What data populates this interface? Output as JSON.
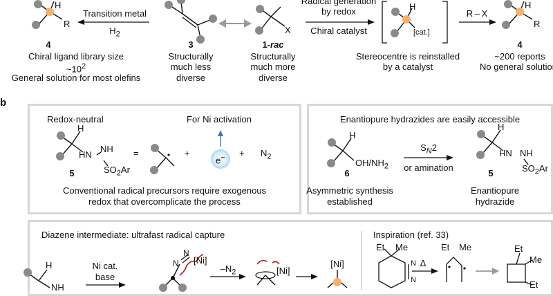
{
  "colors": {
    "ball": "#8a8a8a",
    "orange": "#f5b070",
    "panel_border": "#d7d7d7",
    "blue": "#3e6fc4",
    "red": "#b21b1b",
    "arrow": "#9a9a9a"
  },
  "panel_a": {
    "transition_metal": "Transition metal",
    "h2": "H",
    "h2_sub": "2",
    "cmpd4_left": "4",
    "library_line1": "Chiral ligand library size",
    "library_line2": "~10",
    "library_sup": "2",
    "library_line3": "General solution for most olefins",
    "cmpd3": "3",
    "less_diverse_1": "Structurally",
    "less_diverse_2": "much less",
    "less_diverse_3": "diverse",
    "cmpd1_num": "1-",
    "cmpd1_rac": "rac",
    "more_diverse_1": "Structurally",
    "more_diverse_2": "much more",
    "more_diverse_3": "diverse",
    "radical_gen_1": "Radical generation",
    "radical_gen_2": "by redox",
    "chiral_catalyst": "Chiral catalyst",
    "cat_label": "[cat.]",
    "stereo_1": "Stereocentre is reinstalled",
    "stereo_2": "by a catalyst",
    "r_x": "R – X",
    "cmpd4_right": "4",
    "reports_1": "~200 reports",
    "reports_2": "No general solution",
    "lbl_H": "H",
    "lbl_R": "R",
    "lbl_X": "X"
  },
  "panel_b": {
    "label": "b",
    "redox_neutral": "Redox-neutral",
    "ni_activation": "For Ni activation",
    "eq": "=",
    "plus1": "+",
    "electron": "e",
    "electron_sup": "−",
    "plus2": "+",
    "n2": "N",
    "n2_sub": "2",
    "cmpd5_left": "5",
    "hn": "HN",
    "nh": "NH",
    "so2ar": "SO",
    "so2ar_sub": "2",
    "so2ar_tail": "Ar",
    "conventional_1": "Conventional radical precursors require exogenous",
    "conventional_2": "redox that overcomplicate the process",
    "enantiopure_title": "Enantiopure hydrazides are easily accessible",
    "oh_nh2": "OH/NH",
    "oh_nh2_sub": "2",
    "cmpd6": "6",
    "sn2": "S",
    "sn2_sub": "N",
    "sn2_tail": "2",
    "or_amination": "or amination",
    "cmpd5_right": "5",
    "asym_1": "Asymmetric synthesis",
    "asym_2": "established",
    "enantio_1": "Enantiopure",
    "enantio_2": "hydrazide",
    "lbl_H": "H"
  },
  "panel_c": {
    "diazene_title": "Diazene intermediate: ultrafast radical capture",
    "ni_cat": "Ni cat.",
    "base": "base",
    "nh_partial": "NH",
    "n_eq_n": "N",
    "ni_bracket": "[Ni]",
    "minus_n2": "–N",
    "minus_n2_sub": "2",
    "ni_bracket2": "[Ni]",
    "ni_bracket3": "[Ni]",
    "lbl_H": "H",
    "inspiration": "Inspiration (ref. 33)",
    "et": "Et",
    "me": "Me",
    "delta": "Δ",
    "et2": "Et",
    "me2": "Me",
    "et3": "Et",
    "me3": "Me",
    "et4": "Et",
    "n_top": "N",
    "n_bot": "N"
  }
}
